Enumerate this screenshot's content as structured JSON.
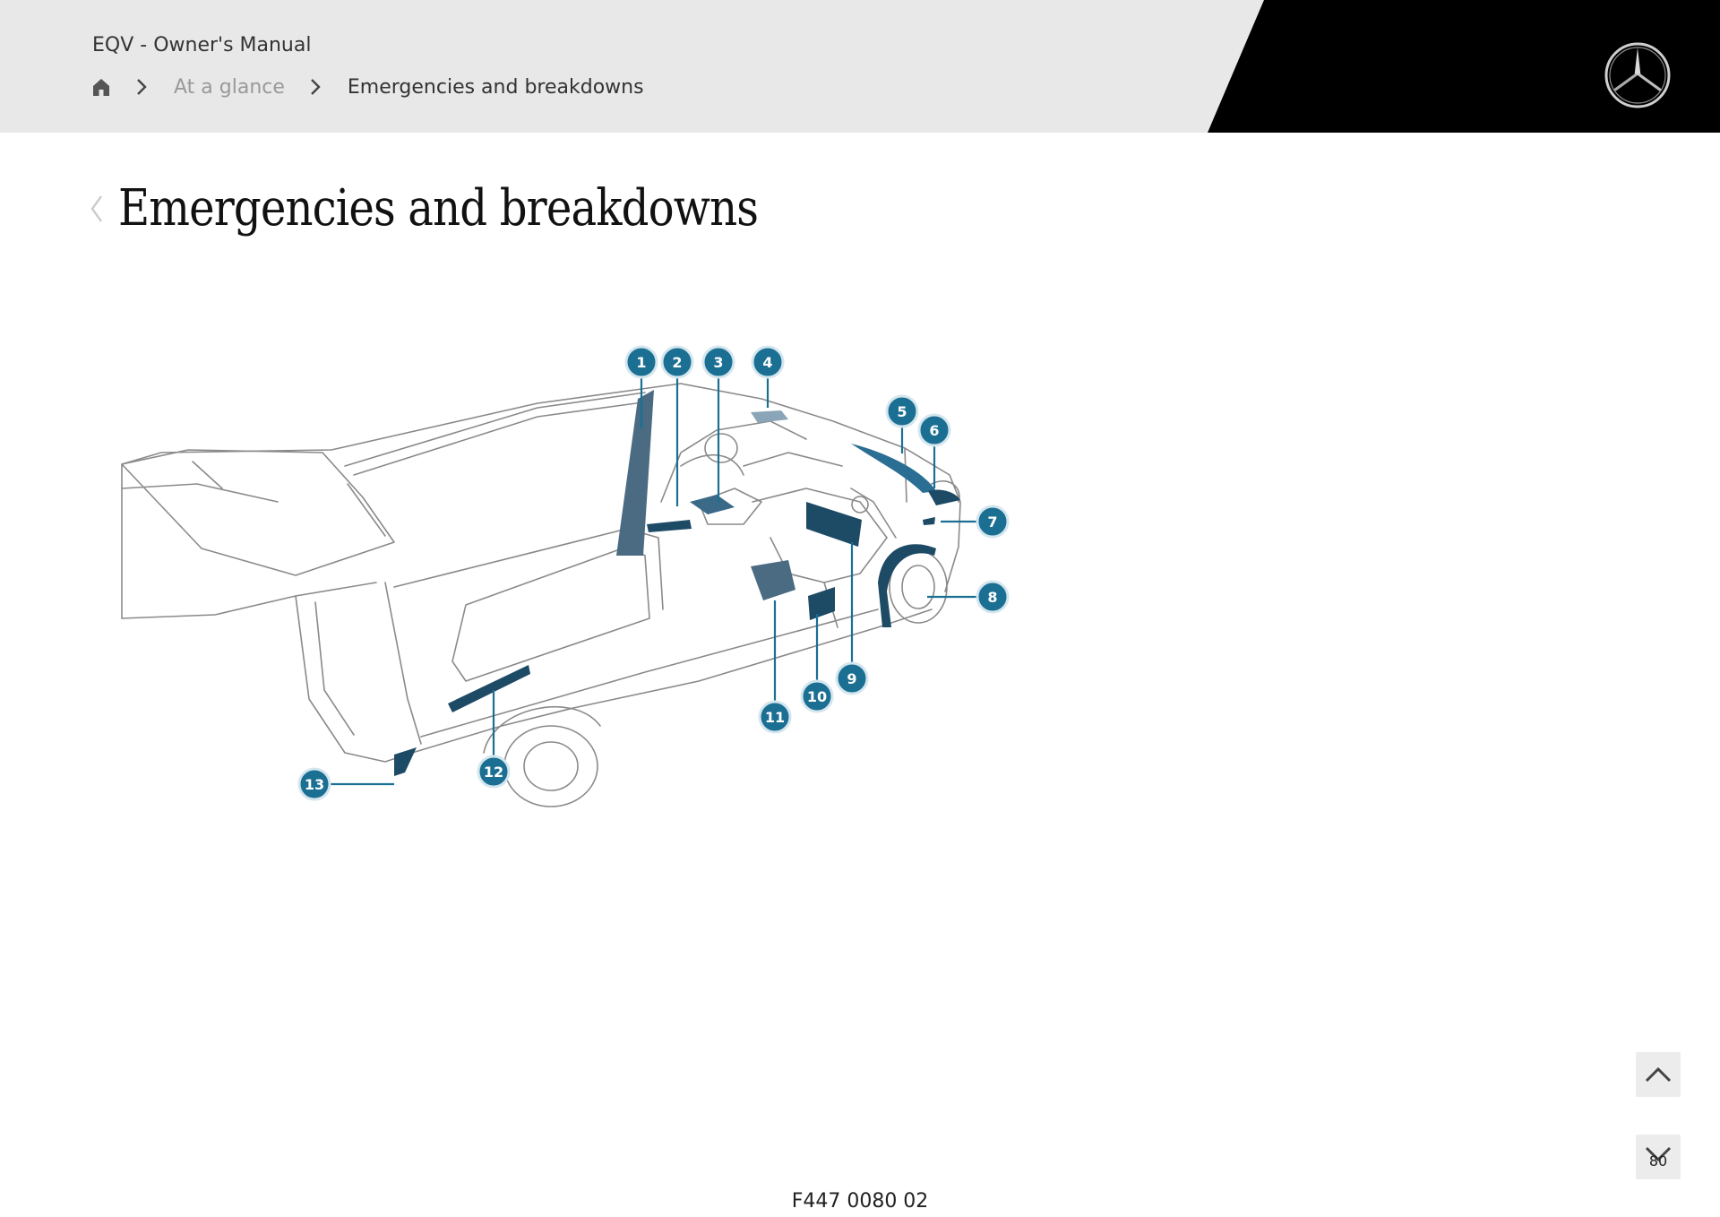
{
  "header": {
    "manual_title": "EQV - Owner's Manual",
    "breadcrumb": [
      {
        "icon": "home-icon"
      },
      {
        "label": "At a glance"
      },
      {
        "label": "Emergencies and breakdowns"
      }
    ],
    "brand_logo": "mercedes-star-icon"
  },
  "page": {
    "title": "Emergencies and breakdowns",
    "back_icon": "chevron-left-icon"
  },
  "diagram": {
    "callouts": [
      "1",
      "2",
      "3",
      "4",
      "5",
      "6",
      "7",
      "8",
      "9",
      "10",
      "11",
      "12",
      "13"
    ],
    "figure_code": "F447 0080 02"
  },
  "nav": {
    "up_icon": "chevron-up-icon",
    "down_icon": "chevron-down-icon",
    "page_number": "80"
  },
  "colors": {
    "header_bg": "#e8e8e8",
    "header_black": "#000000",
    "callout": "#1b6f93",
    "highlight": "#2a7fa3"
  }
}
